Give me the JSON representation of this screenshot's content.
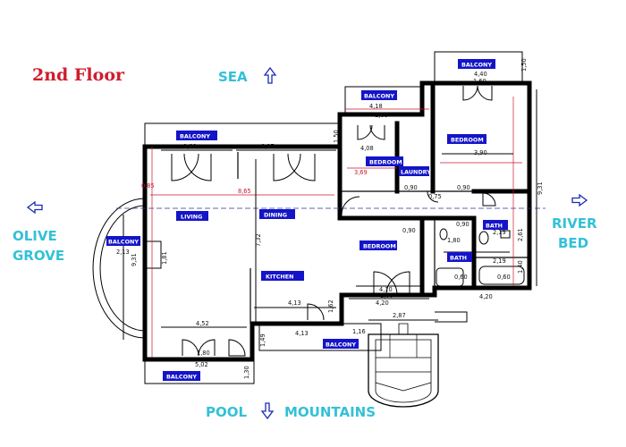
{
  "header": {
    "floor_title": "2nd Floor"
  },
  "directions": {
    "north": "SEA",
    "east_line1": "RIVER",
    "east_line2": "BED",
    "west_line1": "OLIVE",
    "west_line2": "GROVE",
    "south_left": "POOL",
    "south_right": "MOUNTAINS"
  },
  "rooms": {
    "balcony_top_left": "BALCONY",
    "balcony_mid": "BALCONY",
    "balcony_top_right": "BALCONY",
    "balcony_west": "BALCONY",
    "balcony_bottom_left": "BALCONY",
    "balcony_bottom_mid": "BALCONY",
    "living": "LIVING",
    "dining": "DINING",
    "kitchen": "KITCHEN",
    "bedroom_top": "BEDROOM",
    "bedroom_right": "BEDROOM",
    "bedroom_mid": "BEDROOM",
    "laundry": "LAUNDRY",
    "bath_right": "BATH",
    "bath_mid": "BATH"
  },
  "dimensions": {
    "d_1_80_top": "1,80",
    "d_8_97": "8,97",
    "d_1_50_a": "1,50",
    "d_8_65": "8,65",
    "d_4_18": "4,18",
    "d_1_60_a": "1,60",
    "d_4_08": "4,08",
    "d_3_69": "3,69",
    "d_4_40": "4,40",
    "d_1_60_b": "1,60",
    "d_1_50_b": "1,50",
    "d_3_90": "3,90",
    "d_9_31_right": "9,31",
    "d_0_90_a": "0,90",
    "d_0_75": "0,75",
    "d_0_90_b": "0,90",
    "d_0_90_c": "0,90",
    "d_2_61": "2,61",
    "d_1_80_bath": "1,80",
    "d_2_19_a": "2,19",
    "d_2_19_b": "2,19",
    "d_0_90_d": "0,90",
    "d_0_60_a": "0,60",
    "d_0_60_b": "0,60",
    "d_1_40": "1,40",
    "d_4_20_a": "4,20",
    "d_4_20_b": "4,20",
    "d_4_10": "4,10",
    "d_1_60_c": "1,60",
    "d_2_87": "2,87",
    "d_7_32": "7,32",
    "d_9_31_left": "9,31",
    "d_2_13": "2,13",
    "d_1_81": "1,81",
    "d_4_13_a": "4,13",
    "d_4_13_b": "4,13",
    "d_1_62": "1,62",
    "d_1_16": "1,16",
    "d_4_52": "4,52",
    "d_1_49": "1,49",
    "d_1_80_bottom": "1,80",
    "d_5_02": "5,02",
    "d_1_30": "1,30",
    "d_0_85": "0,85"
  }
}
